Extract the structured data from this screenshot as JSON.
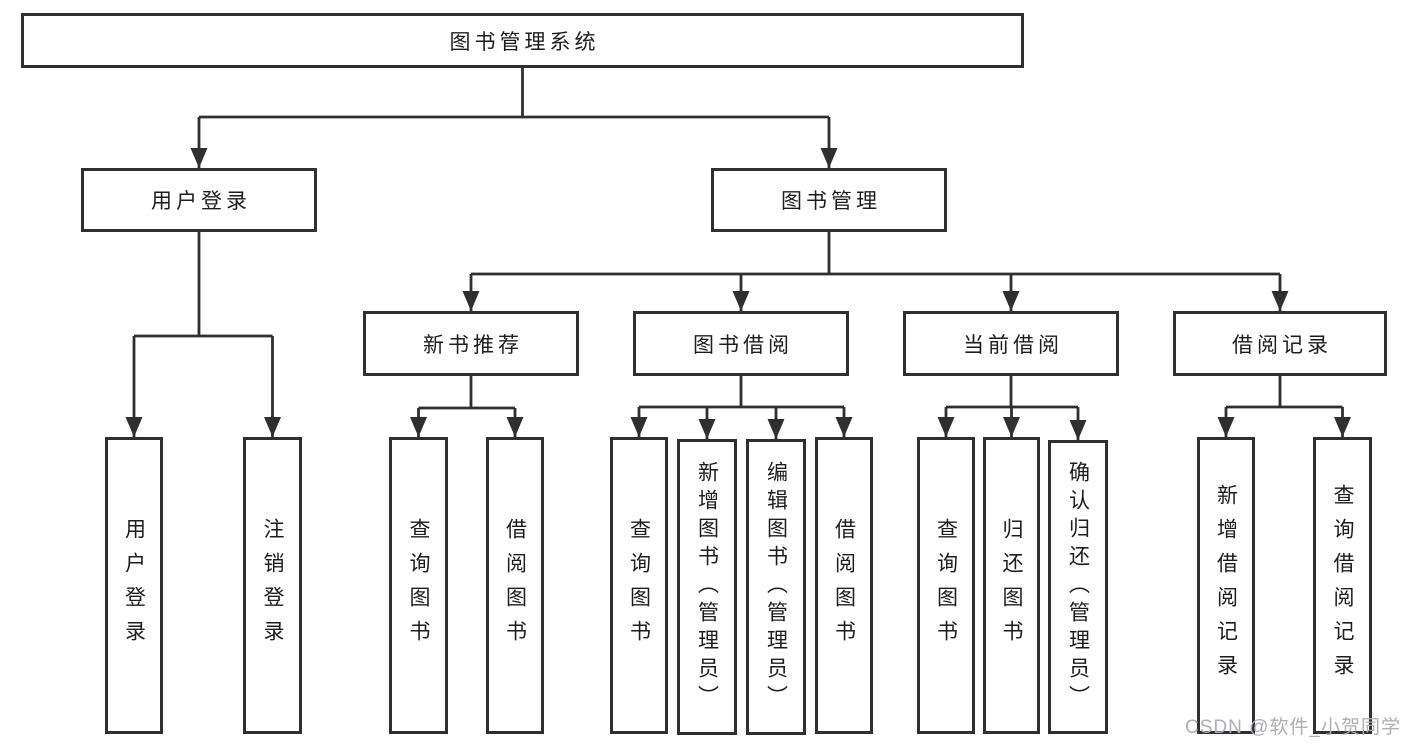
{
  "diagram": {
    "type": "tree",
    "root": {
      "label": "图书管理系统",
      "children": [
        {
          "label": "用户登录",
          "children": [
            {
              "label": "用户登录"
            },
            {
              "label": "注销登录"
            }
          ]
        },
        {
          "label": "图书管理",
          "children": [
            {
              "label": "新书推荐",
              "children": [
                {
                  "label": "查询图书"
                },
                {
                  "label": "借阅图书"
                }
              ]
            },
            {
              "label": "图书借阅",
              "children": [
                {
                  "label": "查询图书"
                },
                {
                  "label": "新增图书（管理员）"
                },
                {
                  "label": "编辑图书（管理员）"
                },
                {
                  "label": "借阅图书"
                }
              ]
            },
            {
              "label": "当前借阅",
              "children": [
                {
                  "label": "查询图书"
                },
                {
                  "label": "归还图书"
                },
                {
                  "label": "确认归还（管理员）"
                }
              ]
            },
            {
              "label": "借阅记录",
              "children": [
                {
                  "label": "新增借阅记录"
                },
                {
                  "label": "查询借阅记录"
                }
              ]
            }
          ]
        }
      ]
    }
  },
  "watermark": {
    "text": "CSDN @软件_小贺同学"
  },
  "colors": {
    "line": "#2f2f2f",
    "box_border": "#2f2f2f",
    "box_background": "#ffffff",
    "text": "#1d1d1d",
    "watermark": "#aeaeb6",
    "page_background": "#ffffff"
  }
}
